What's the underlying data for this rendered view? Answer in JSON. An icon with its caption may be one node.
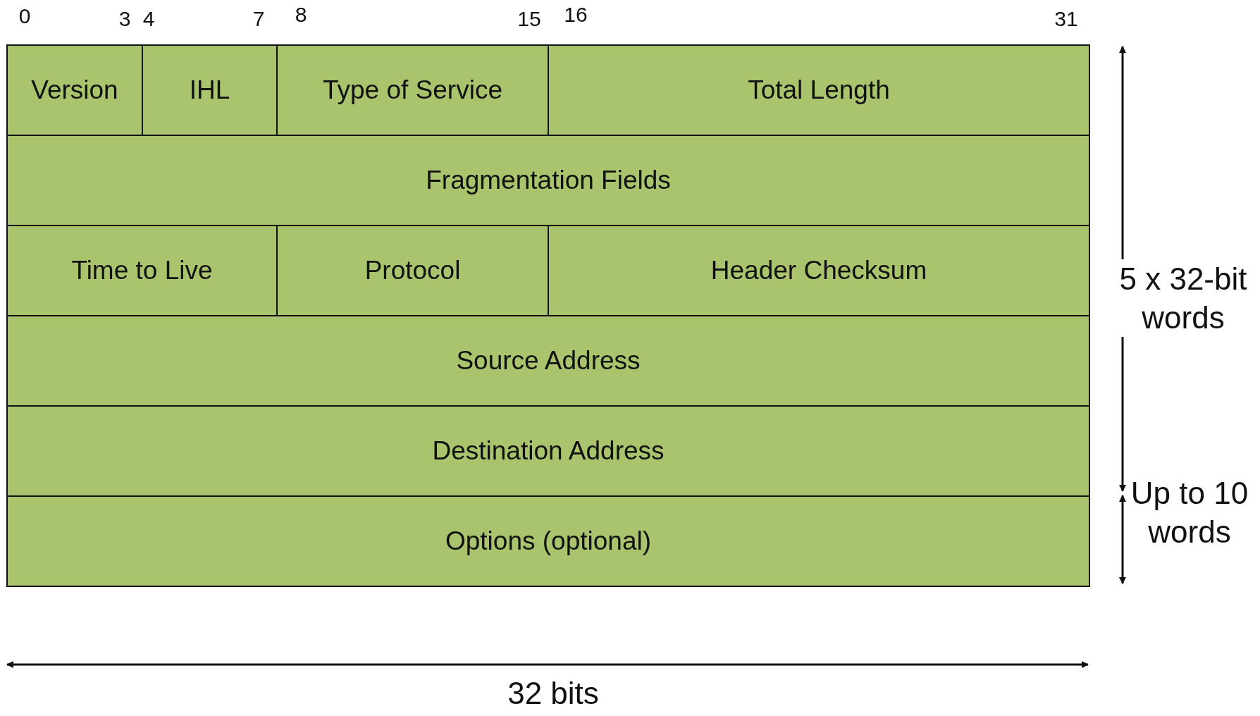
{
  "diagram": {
    "nodes": [
      {
        "text": [
          "Version"
        ]
      },
      {
        "text": [
          "IHL"
        ]
      },
      {
        "text": [
          "Type of Service"
        ]
      },
      {
        "text": [
          "Total Length"
        ]
      },
      {
        "text": [
          "Fragmentation Fields"
        ]
      },
      {
        "text": [
          "Time to Live"
        ]
      },
      {
        "text": [
          "Protocol"
        ]
      },
      {
        "text": [
          "Header Checksum"
        ]
      },
      {
        "text": [
          "Source Address"
        ]
      },
      {
        "text": [
          "Destination Address"
        ]
      },
      {
        "text": [
          "Options (optional)"
        ]
      }
    ],
    "labels": [
      "0",
      "3",
      "4",
      "7",
      "8",
      "15",
      "16",
      "31",
      "5 x 32-bit words",
      "Up to 10 words",
      "32 bits"
    ]
  }
}
